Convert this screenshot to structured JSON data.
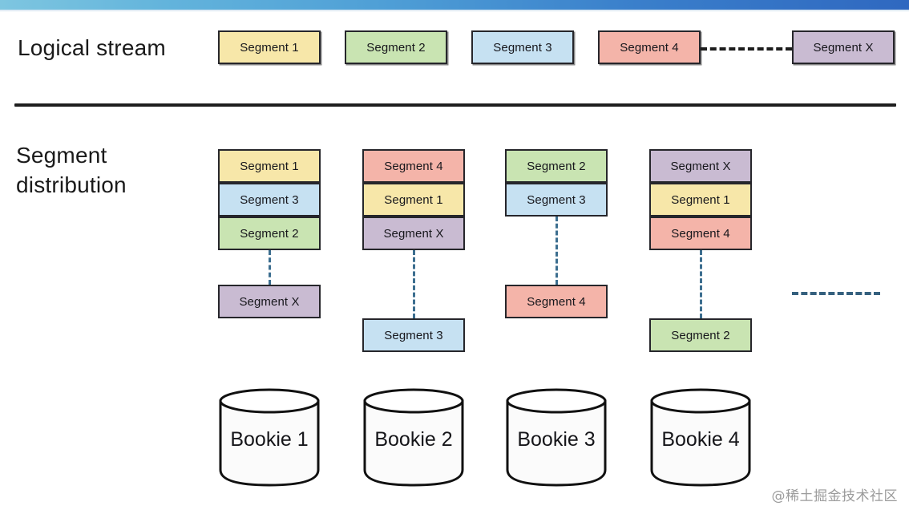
{
  "theme": {
    "gradient_start": "#7ec6e0",
    "gradient_end": "#2f68c0",
    "stroke": "#26262b",
    "dash_blue": "#3c6e8f",
    "dash_black": "#1d1d1d",
    "text": "#17171c"
  },
  "colors": {
    "segment_1": "#f7e7a9",
    "segment_2": "#c9e4b2",
    "segment_3": "#c6e1f2",
    "segment_4": "#f4b4a9",
    "segment_x": "#c9bbd2"
  },
  "sections": {
    "logical_stream": {
      "title": "Logical stream",
      "segments": [
        {
          "label": "Segment 1",
          "color_key": "segment_1"
        },
        {
          "label": "Segment 2",
          "color_key": "segment_2"
        },
        {
          "label": "Segment 3",
          "color_key": "segment_3"
        },
        {
          "label": "Segment 4",
          "color_key": "segment_4"
        },
        {
          "label": "Segment X",
          "color_key": "segment_x"
        }
      ],
      "ellipsis_between": [
        "Segment 4",
        "Segment X"
      ]
    },
    "segment_distribution": {
      "title": "Segment\ndistribution",
      "columns": [
        {
          "bookie": "Bookie 1",
          "stack": [
            {
              "label": "Segment 1",
              "color_key": "segment_1"
            },
            {
              "label": "Segment 3",
              "color_key": "segment_3"
            },
            {
              "label": "Segment 2",
              "color_key": "segment_2"
            }
          ],
          "tail": {
            "label": "Segment X",
            "color_key": "segment_x"
          }
        },
        {
          "bookie": "Bookie 2",
          "stack": [
            {
              "label": "Segment 4",
              "color_key": "segment_4"
            },
            {
              "label": "Segment 1",
              "color_key": "segment_1"
            },
            {
              "label": "Segment X",
              "color_key": "segment_x"
            }
          ],
          "tail": {
            "label": "Segment 3",
            "color_key": "segment_3"
          }
        },
        {
          "bookie": "Bookie 3",
          "stack": [
            {
              "label": "Segment 2",
              "color_key": "segment_2"
            },
            {
              "label": "Segment 3",
              "color_key": "segment_3"
            }
          ],
          "tail": {
            "label": "Segment 4",
            "color_key": "segment_4"
          }
        },
        {
          "bookie": "Bookie 4",
          "stack": [
            {
              "label": "Segment X",
              "color_key": "segment_x"
            },
            {
              "label": "Segment 1",
              "color_key": "segment_1"
            },
            {
              "label": "Segment 4",
              "color_key": "segment_4"
            }
          ],
          "tail": {
            "label": "Segment 2",
            "color_key": "segment_2"
          }
        }
      ],
      "more_columns_ellipsis": true
    }
  },
  "watermark": "@稀土掘金技术社区"
}
